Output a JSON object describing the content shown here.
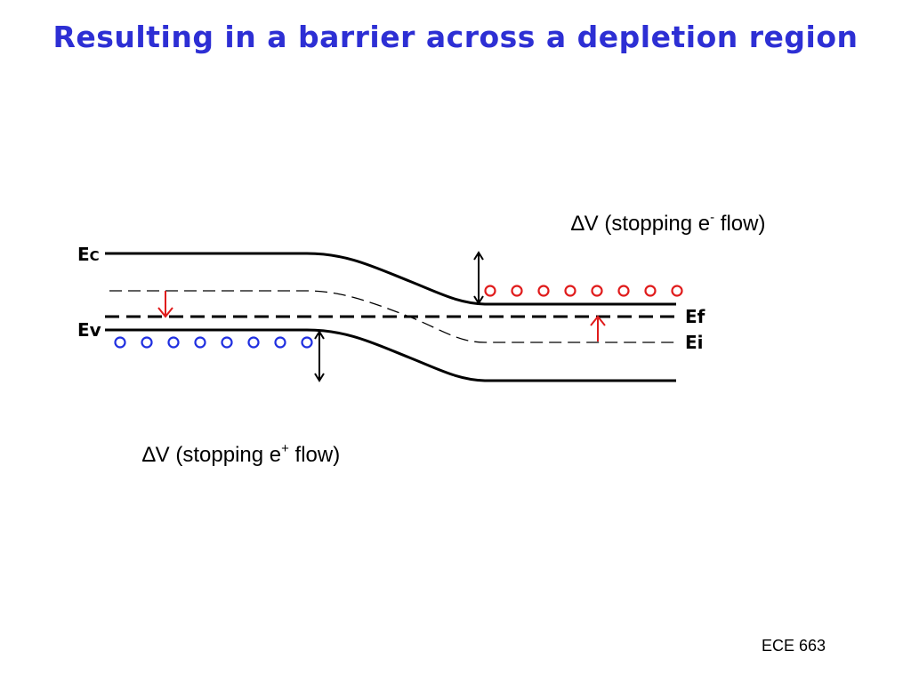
{
  "slide": {
    "title": "Resulting in a barrier across a depletion region",
    "footer": "ECE 663"
  },
  "diagram": {
    "labels": {
      "ec_main": "E",
      "ec_sub": "C",
      "ev": "Ev",
      "ef": "Ef",
      "ei": "Ei"
    },
    "annotation_top": {
      "prefix": "∆V (stopping e",
      "sup": "-",
      "suffix": " flow)"
    },
    "annotation_bottom": {
      "prefix": "∆V (stopping e",
      "sup": "+",
      "suffix": " flow)"
    },
    "electron_count": 8,
    "hole_count": 8,
    "colors": {
      "title": "#2d2fd4",
      "electrons": "#e01b1b",
      "holes": "#1f2fe0",
      "shift_arrows": "#e01b1b",
      "lines": "#000000"
    }
  }
}
